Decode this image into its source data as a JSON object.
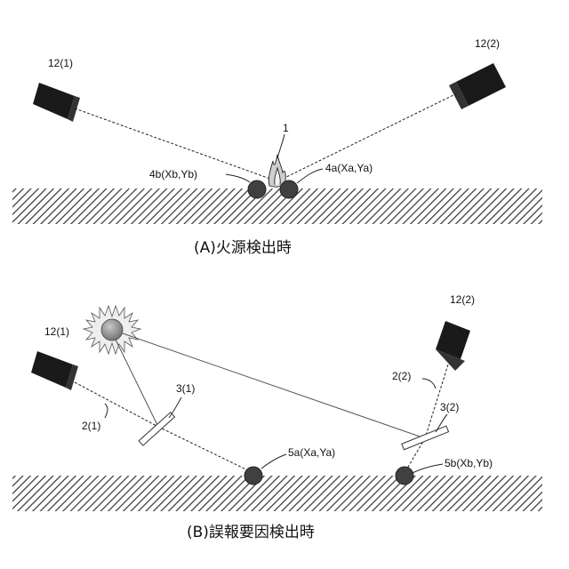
{
  "panel_a": {
    "caption": "(A)火源検出時",
    "camera_1_label": "12(1)",
    "camera_2_label": "12(2)",
    "fire_label": "1",
    "point_b_label": "4b(Xb,Yb)",
    "point_a_label": "4a(Xa,Ya)"
  },
  "panel_b": {
    "caption": "(B)誤報要因検出時",
    "camera_1_label": "12(1)",
    "camera_2_label": "12(2)",
    "ray_1_label": "2(1)",
    "ray_2_label": "2(2)",
    "reflector_1_label": "3(1)",
    "reflector_2_label": "3(2)",
    "point_a_label": "5a(Xa,Ya)",
    "point_b_label": "5b(Xb,Yb)"
  }
}
